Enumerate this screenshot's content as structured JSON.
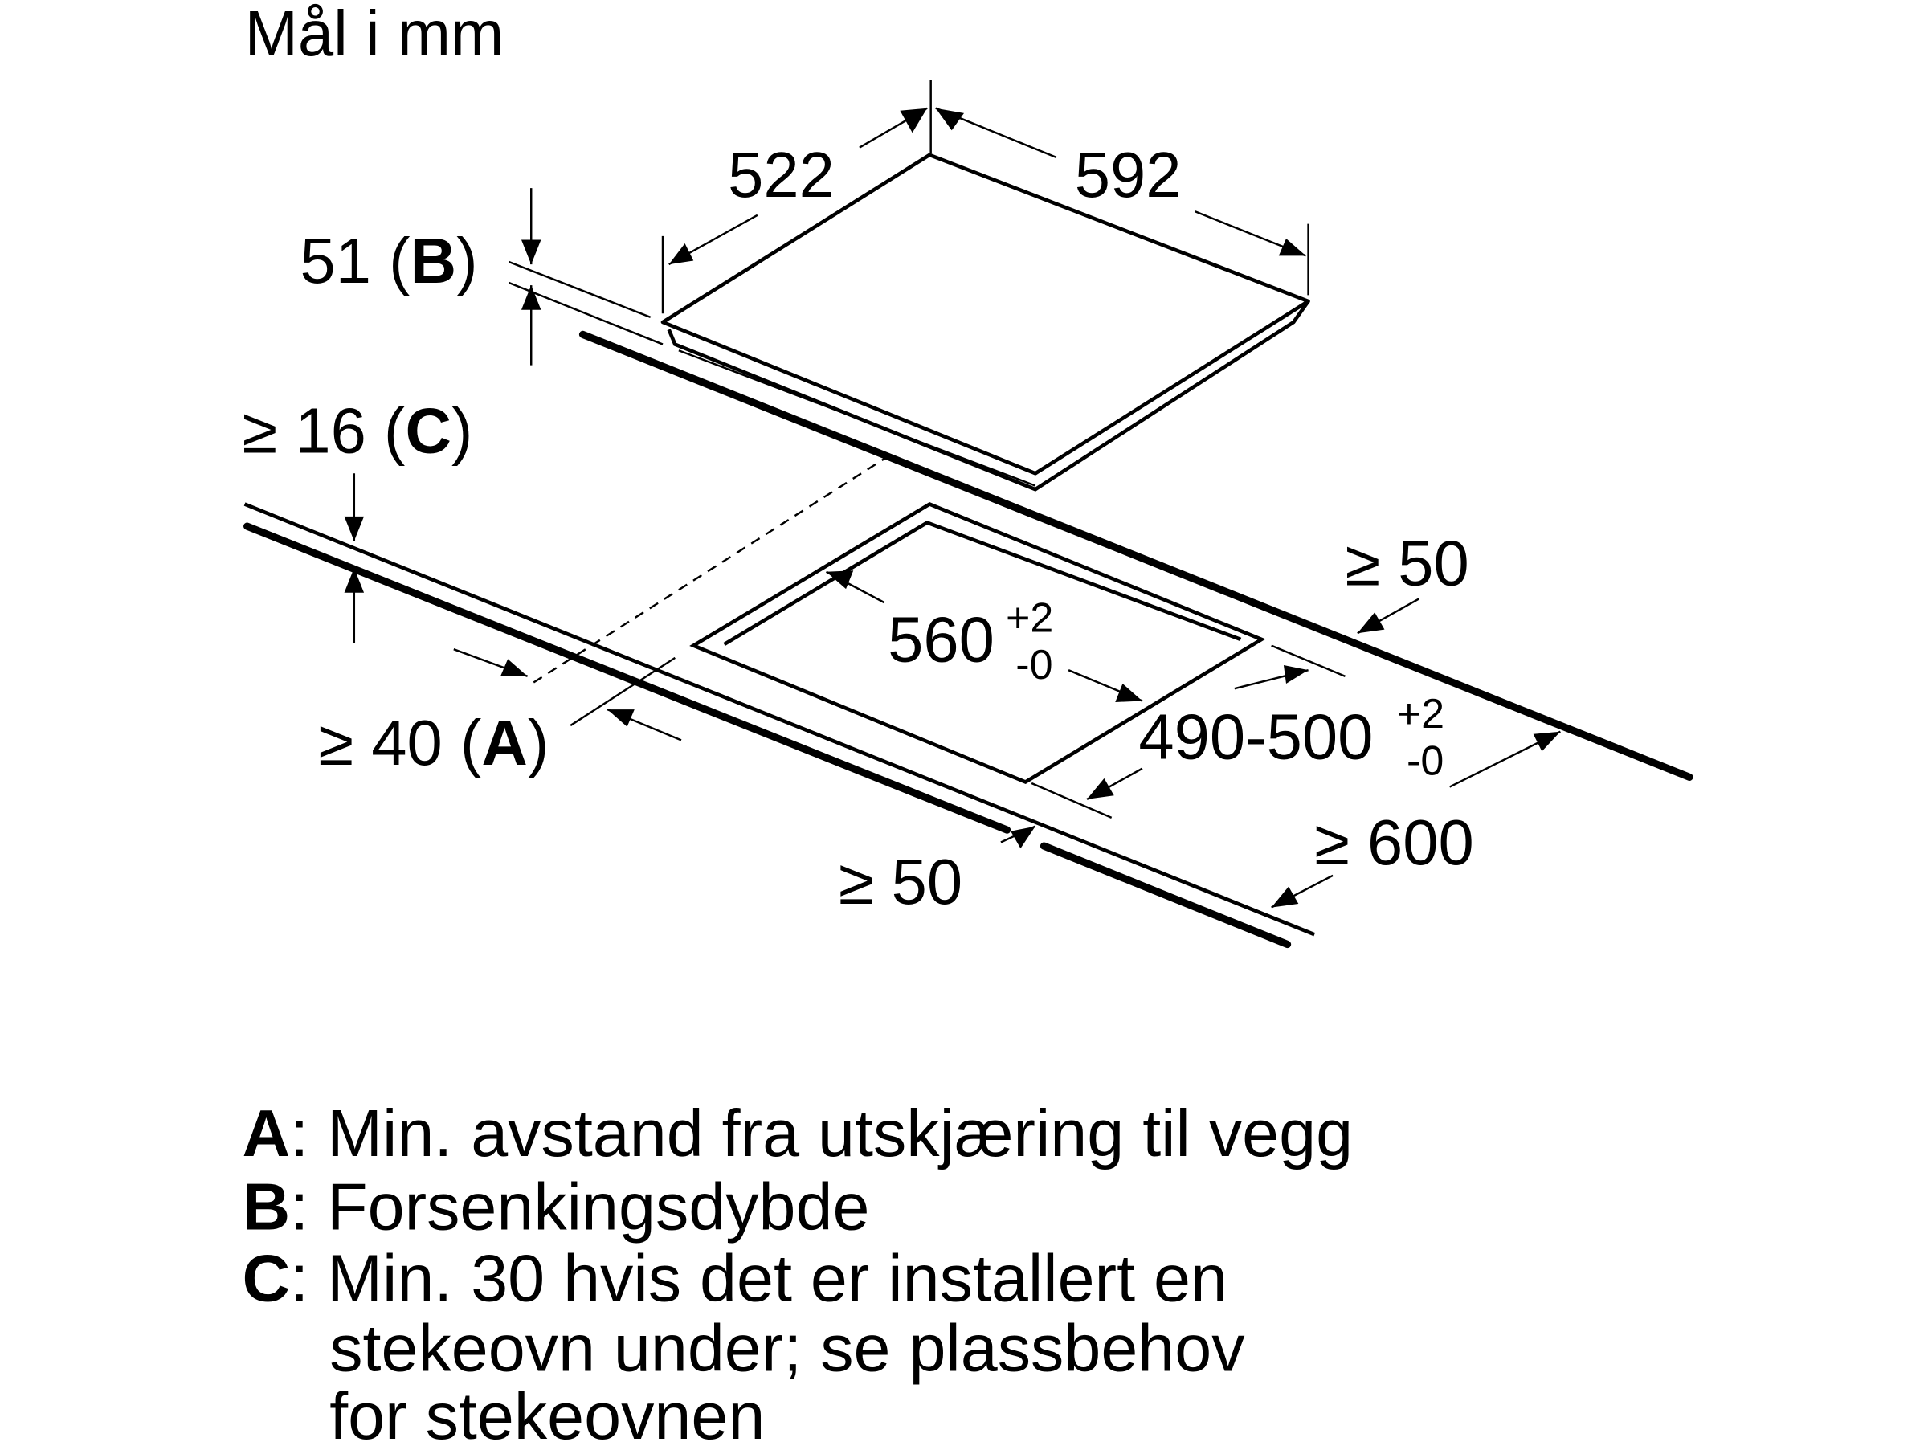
{
  "title": "Mål i mm",
  "dimensions": {
    "hob_depth": "522",
    "hob_width": "592",
    "recess_depth_value": "51 (",
    "recess_depth_letter": "B",
    "recess_depth_close": ")",
    "worktop_value": "≥ 16 (",
    "worktop_letter": "C",
    "worktop_close": ")",
    "back_clearance": "≥ 50",
    "cutout_width": "560",
    "cutout_width_tol_plus": "+2",
    "cutout_width_tol_minus": "-0",
    "cutout_depth": "490-500",
    "cutout_depth_tol_plus": "+2",
    "cutout_depth_tol_minus": "-0",
    "wall_value": "≥ 40 (",
    "wall_letter": "A",
    "wall_close": ")",
    "worktop_depth": "≥ 600",
    "front_clearance": "≥ 50"
  },
  "legend": [
    {
      "letter": "A",
      "lines": [
        ": Min. avstand fra utskjæring til vegg"
      ]
    },
    {
      "letter": "B",
      "lines": [
        ": Forsenkingsdybde"
      ]
    },
    {
      "letter": "C",
      "lines": [
        ": Min. 30 hvis det er installert en",
        "stekeovn under; se plassbehov",
        "for stekeovnen"
      ]
    }
  ]
}
